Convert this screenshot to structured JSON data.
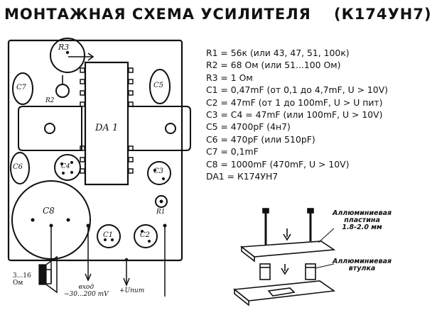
{
  "title": {
    "main": "МОНТАЖНАЯ СХЕМА УСИЛИТЕЛЯ",
    "model": "(К174УН7)"
  },
  "components": [
    {
      "ref": "R1",
      "text": "R1 = 56к (или 43, 47, 51, 100к)"
    },
    {
      "ref": "R2",
      "text": "R2 = 68 Ом (или 51...100 Ом)"
    },
    {
      "ref": "R3",
      "text": "R3 = 1 Ом"
    },
    {
      "ref": "C1",
      "text": "C1 = 0,47mF (от 0,1 до 4,7mF, U > 10V)"
    },
    {
      "ref": "C2",
      "text": "C2 = 47mF (от 1 до 100mF, U > U пит)"
    },
    {
      "ref": "C3C4",
      "text": "C3 = C4 = 47mF (или 100mF, U > 10V)"
    },
    {
      "ref": "C5",
      "text": "C5 = 4700pF (4н7)"
    },
    {
      "ref": "C6",
      "text": "C6 = 470pF (или 510pF)"
    },
    {
      "ref": "C7",
      "text": "C7 = 0,1mF"
    },
    {
      "ref": "C8",
      "text": "C8 = 1000mF (470mF, U > 10V)"
    },
    {
      "ref": "DA1",
      "text": "DA1 = К174УН7"
    }
  ],
  "board_labels": {
    "r3": "R3",
    "r2": "R2",
    "c7": "C7",
    "c5": "C5",
    "da1": "DA 1",
    "c6": "C6",
    "c4": "C4",
    "c3": "C3",
    "c8": "C8",
    "r1": "R1",
    "c1": "C1",
    "c2": "C2",
    "speaker": "3...16\nОм",
    "input": "вход\n~30...200 mV",
    "supply": "+Uпит"
  },
  "assembly_notes": {
    "plate": "Аллюминиевая\nпластина\n1.8-2.0 мм",
    "sleeve": "Аллюминиевая\nвтулка"
  },
  "colors": {
    "ink": "#111111",
    "paper": "#ffffff"
  }
}
